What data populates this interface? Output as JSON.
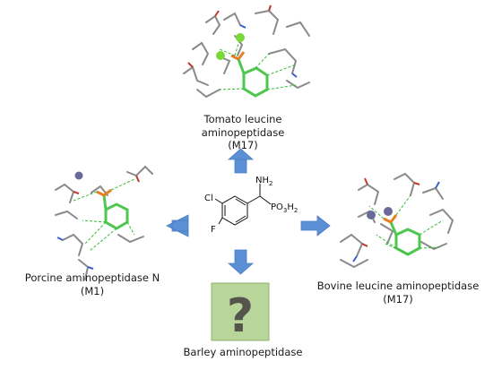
{
  "center_molecule": {
    "substituents": {
      "amine": "NH",
      "amine_sub": "2",
      "phosphonate": "PO",
      "phosphonate_sub1": "3",
      "phosphonate_sub2": "H",
      "phosphonate_sub3": "2",
      "chloro": "Cl",
      "fluoro": "F"
    }
  },
  "enzymes": {
    "top": {
      "line1": "Tomato leucine",
      "line2": "aminopeptidase",
      "line3": "(M17)"
    },
    "left": {
      "line1": "Porcine aminopeptidase N",
      "line2": "(M1)"
    },
    "right": {
      "line1": "Bovine leucine aminopeptidase",
      "line2": "(M17)"
    },
    "bottom": {
      "line1": "Barley aminopeptidase"
    }
  },
  "unknown_box": {
    "symbol": "?"
  },
  "colors": {
    "arrow": "#5b8fd6",
    "unknown_box_fill": "#b9d69a",
    "unknown_box_border": "#8fb36d",
    "question_mark": "#55554d",
    "ligand_green": "#4ec74e",
    "hbond_green": "#33bb33",
    "zinc_purple": "#6a6a9a",
    "mg_green": "#7ad93a"
  }
}
